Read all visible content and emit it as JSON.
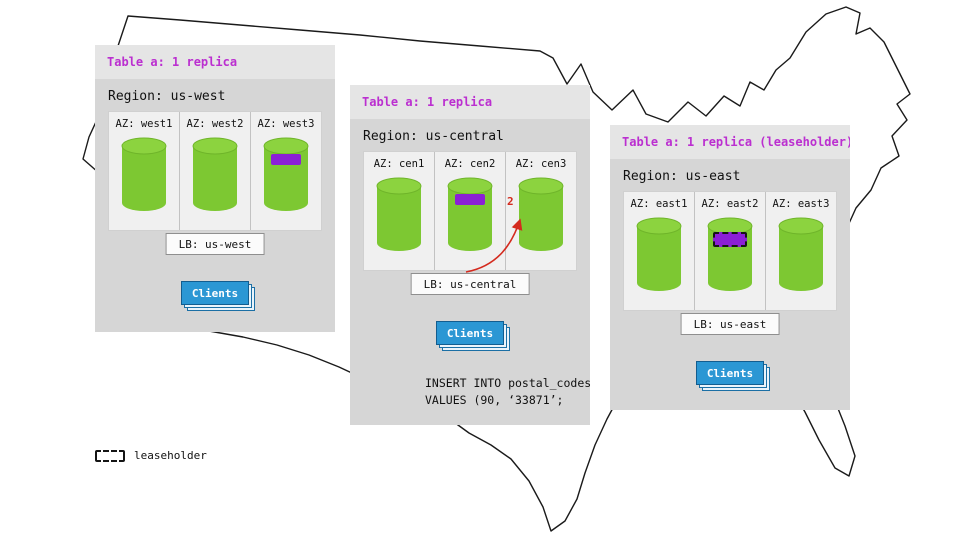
{
  "regions": [
    {
      "table_label": "Table a: 1 replica",
      "region_label": "Region: us-west",
      "azs": [
        {
          "label": "AZ: west1",
          "replica": false,
          "leaseholder": false
        },
        {
          "label": "AZ: west2",
          "replica": false,
          "leaseholder": false
        },
        {
          "label": "AZ: west3",
          "replica": true,
          "leaseholder": false
        }
      ],
      "lb_label": "LB: us-west",
      "clients_label": "Clients"
    },
    {
      "table_label": "Table a: 1 replica",
      "region_label": "Region: us-central",
      "azs": [
        {
          "label": "AZ: cen1",
          "replica": false,
          "leaseholder": false
        },
        {
          "label": "AZ: cen2",
          "replica": true,
          "leaseholder": false
        },
        {
          "label": "AZ: cen3",
          "replica": false,
          "leaseholder": false
        }
      ],
      "lb_label": "LB: us-central",
      "clients_label": "Clients",
      "arrow_label": "2",
      "sql": {
        "line1": "INSERT INTO postal_codes",
        "line2": "VALUES (90, ‘33871’;"
      }
    },
    {
      "table_label": "Table a: 1 replica (leaseholder)",
      "region_label": "Region: us-east",
      "azs": [
        {
          "label": "AZ: east1",
          "replica": false,
          "leaseholder": false
        },
        {
          "label": "AZ: east2",
          "replica": true,
          "leaseholder": true
        },
        {
          "label": "AZ: east3",
          "replica": false,
          "leaseholder": false
        }
      ],
      "lb_label": "LB: us-east",
      "clients_label": "Clients"
    }
  ],
  "legend": {
    "label": "leaseholder"
  },
  "colors": {
    "cylinder_green": "#7dc832",
    "replica_patch_purple": "#8b1fd6",
    "table_label_purple": "#bb2fd0",
    "clients_blue": "#2b97d4",
    "arrow_red": "#d42a1e"
  }
}
